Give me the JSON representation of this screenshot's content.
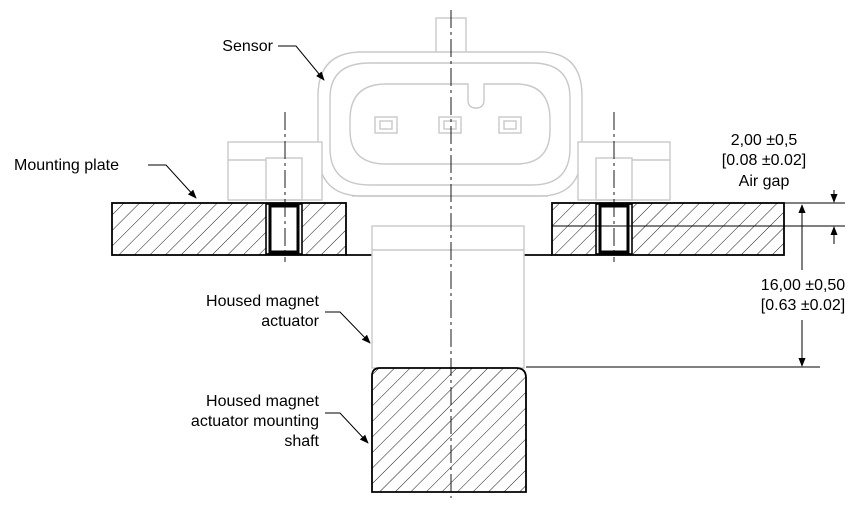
{
  "labels": {
    "sensor": "Sensor",
    "mounting_plate": "Mounting plate",
    "actuator_line1": "Housed magnet",
    "actuator_line2": "actuator",
    "shaft_line1": "Housed magnet",
    "shaft_line2": "actuator mounting",
    "shaft_line3": "shaft"
  },
  "dimensions": {
    "air_gap": {
      "metric": "2,00 ±0,5",
      "imperial": "[0.08 ±0.02]",
      "caption": "Air gap"
    },
    "height": {
      "metric": "16,00 ±0,50",
      "imperial": "[0.63 ±0.02]"
    }
  },
  "colors": {
    "line": "#000000",
    "ghost_outline": "#c9c9c9",
    "background": "#ffffff"
  }
}
